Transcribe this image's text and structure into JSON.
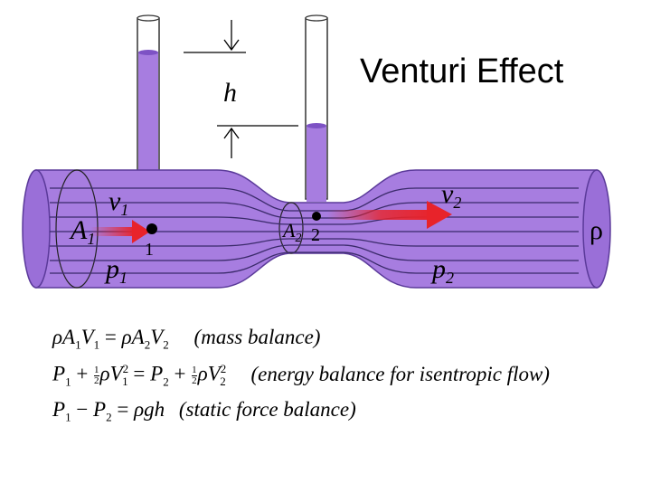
{
  "title": "Venturi Effect",
  "diagram": {
    "height_symbol": "h",
    "v1": "v",
    "v1_sub": "1",
    "v2": "v",
    "v2_sub": "2",
    "A1": "A",
    "A1_sub": "1",
    "A2": "A",
    "A2_sub": "2",
    "p1": "p",
    "p1_sub": "1",
    "p2": "p",
    "p2_sub": "2",
    "point1": "1",
    "point2": "2",
    "rho": "ρ"
  },
  "colors": {
    "fluid": "#a77de0",
    "fluid_dark": "#7d52c4",
    "arrow": "#e8232a",
    "tube": "#ffffff"
  },
  "equations": {
    "mass": {
      "lhs": "ρA",
      "lhs_sub": "1",
      "lhs2": "V",
      "lhs2_sub": "1",
      "eq": " = ",
      "rhs": "ρA",
      "rhs_sub": "2",
      "rhs2": "V",
      "rhs2_sub": "2",
      "note": "(mass balance)"
    },
    "energy": {
      "p1": "P",
      "p1_sub": "1",
      "plus": " + ",
      "half_num": "1",
      "half_den": "2",
      "rhoV": "ρV",
      "v1_sub": "1",
      "sq": "2",
      "eq": " = ",
      "p2": "P",
      "p2_sub": "2",
      "v2_sub": "2",
      "note": "(energy balance  for isentropic  flow)"
    },
    "static": {
      "p1": "P",
      "p1_sub": "1",
      "minus": " − ",
      "p2": "P",
      "p2_sub": "2",
      "eq": " = ",
      "rhs": "ρgh",
      "note": "(static  force balance)"
    }
  }
}
